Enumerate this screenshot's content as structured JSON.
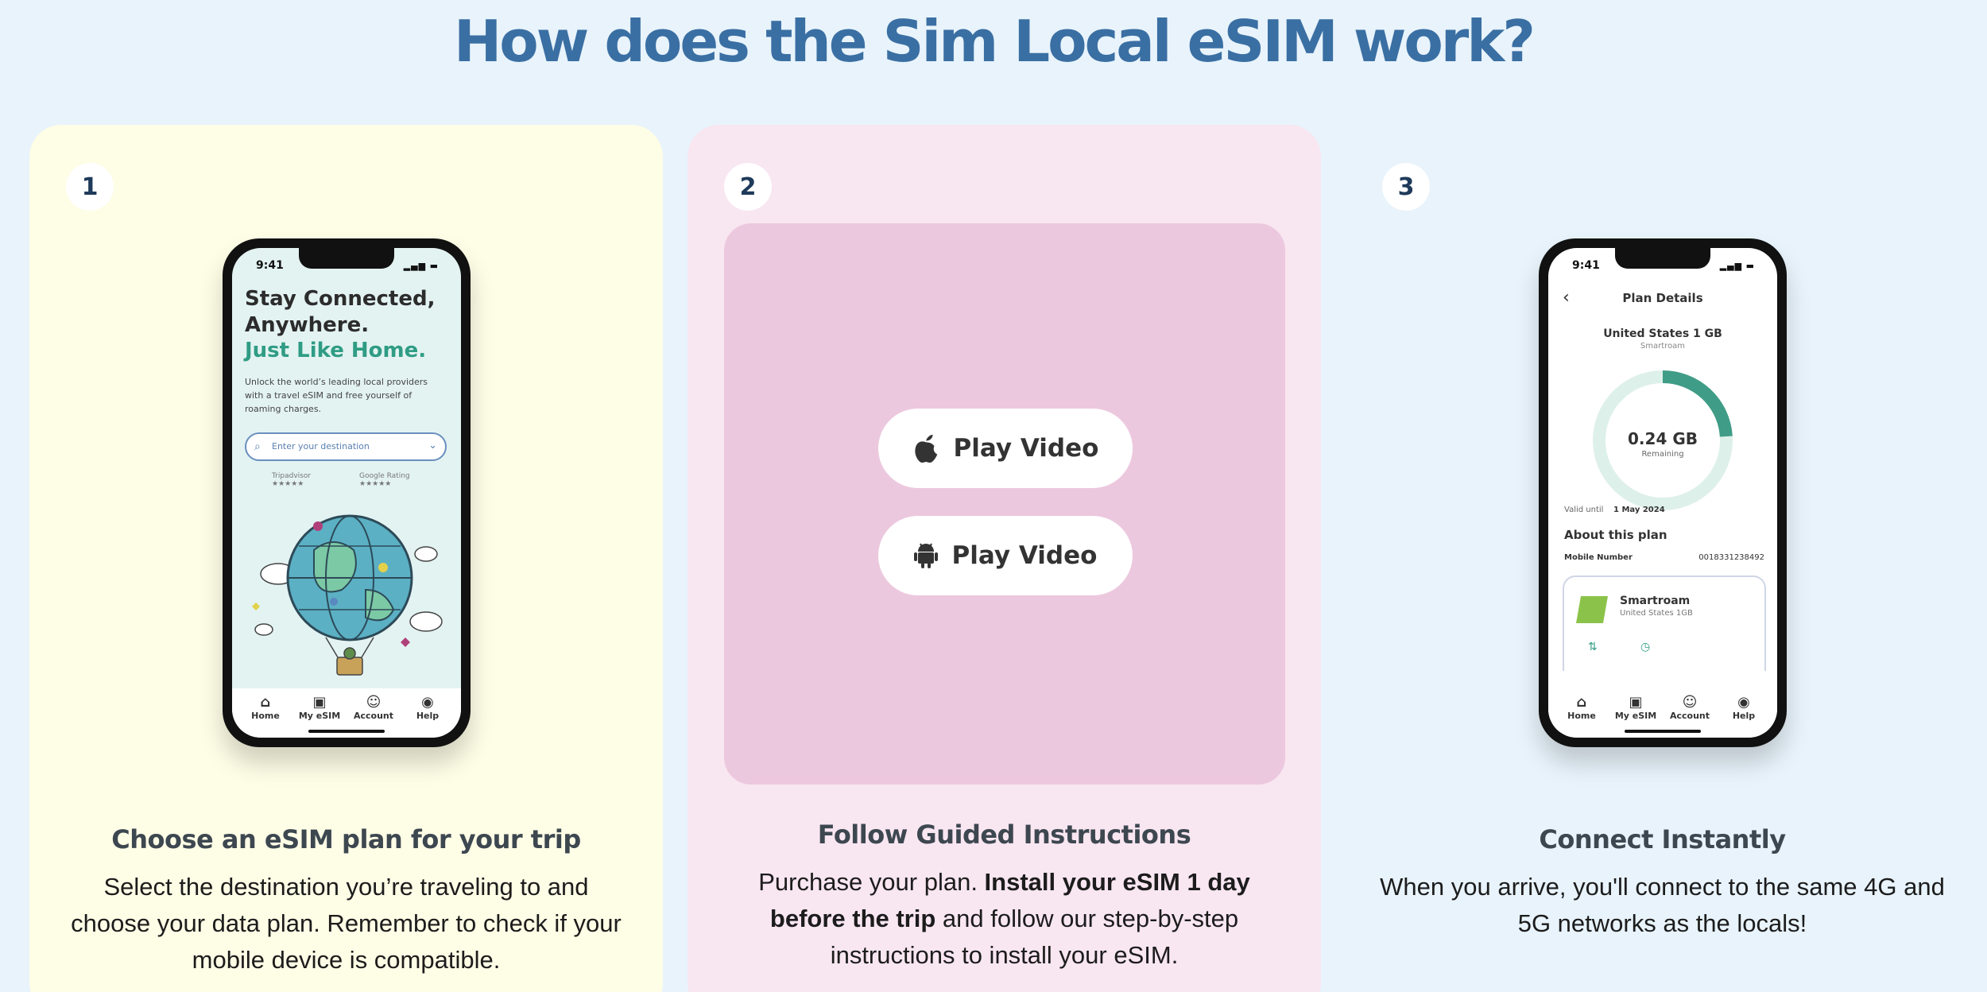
{
  "page": {
    "title": "How does the Sim Local eSIM work?"
  },
  "steps": [
    {
      "number": "1",
      "title": "Choose an eSIM plan for your trip",
      "text": "Select the destination you’re traveling to and choose your data plan. Remember to check if your mobile device is compatible.",
      "phone": {
        "time": "9:41",
        "headline_line1": "Stay Connected,",
        "headline_line2": "Anywhere.",
        "accent": "Just Like Home.",
        "body": "Unlock the world’s leading local providers with a travel eSIM and free yourself of roaming charges.",
        "search_placeholder": "Enter your destination",
        "rating_a": "Tripadvisor",
        "rating_b": "Google Rating",
        "tabs": [
          "Home",
          "My eSIM",
          "Account",
          "Help"
        ]
      }
    },
    {
      "number": "2",
      "title": "Follow Guided Instructions",
      "text_before": "Purchase your plan. ",
      "text_bold": "Install your eSIM 1 day before the trip",
      "text_after": " and follow our step-by-step instructions to install your eSIM.",
      "buttons": [
        {
          "label": "Play Video",
          "icon": "apple-icon"
        },
        {
          "label": "Play Video",
          "icon": "android-icon"
        }
      ]
    },
    {
      "number": "3",
      "title": "Connect Instantly",
      "text": "When you arrive, you'll connect to the same 4G and 5G networks as the locals!",
      "phone": {
        "time": "9:41",
        "screen_title": "Plan Details",
        "plan_name": "United States 1 GB",
        "plan_provider": "Smartroam",
        "data_remaining": "0.24 GB",
        "remaining_label": "Remaining",
        "remaining_fraction": 0.24,
        "valid_label": "Valid until",
        "valid_date": "1 May 2024",
        "about_label": "About this plan",
        "mobile_number_label": "Mobile Number",
        "mobile_number": "0018331238492",
        "sim_name": "Smartroam",
        "sim_sub": "United States 1GB",
        "tabs": [
          "Home",
          "My eSIM",
          "Account",
          "Help"
        ]
      }
    }
  ],
  "colors": {
    "title": "#3a6fa3",
    "card1": "#fefde6",
    "card2": "#f8e6f1",
    "video_bg": "#ecc8de",
    "accent": "#2f9c84"
  }
}
